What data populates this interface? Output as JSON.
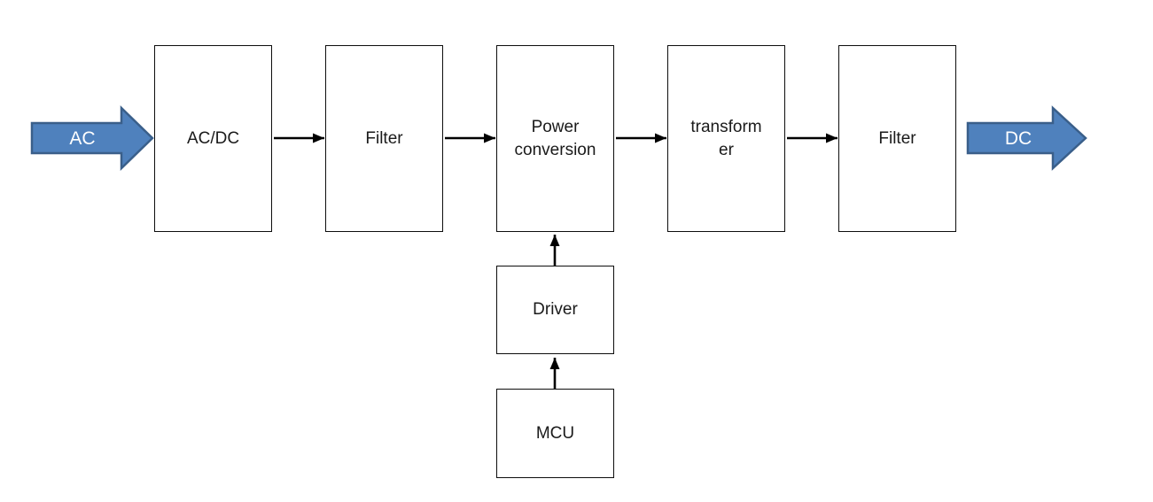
{
  "diagram": {
    "type": "block-diagram",
    "subject": "AC to DC power supply signal chain",
    "background": "#ffffff",
    "blocks": [
      {
        "id": "acdc",
        "label": "AC/DC"
      },
      {
        "id": "filter-1",
        "label": "Filter"
      },
      {
        "id": "power-conversion",
        "label": "Power conversion"
      },
      {
        "id": "transformer",
        "label": "transformer"
      },
      {
        "id": "filter-2",
        "label": "Filter"
      },
      {
        "id": "driver",
        "label": "Driver"
      },
      {
        "id": "mcu",
        "label": "MCU"
      }
    ],
    "io": {
      "input": {
        "label": "AC",
        "shape": "block-arrow-right"
      },
      "output": {
        "label": "DC",
        "shape": "block-arrow-right"
      }
    },
    "connections": [
      {
        "from": "AC input",
        "to": "AC/DC",
        "style": "block-arrow"
      },
      {
        "from": "AC/DC",
        "to": "Filter",
        "style": "line-arrow"
      },
      {
        "from": "Filter",
        "to": "Power conversion",
        "style": "line-arrow"
      },
      {
        "from": "Power conversion",
        "to": "transformer",
        "style": "line-arrow"
      },
      {
        "from": "transformer",
        "to": "Filter",
        "style": "line-arrow"
      },
      {
        "from": "Filter",
        "to": "DC output",
        "style": "block-arrow"
      },
      {
        "from": "Driver",
        "to": "Power conversion",
        "style": "line-arrow-up"
      },
      {
        "from": "MCU",
        "to": "Driver",
        "style": "line-arrow-up"
      }
    ],
    "colors": {
      "block_arrow_fill": "#4f81bd",
      "block_arrow_border": "#3a5f8a",
      "block_arrow_text": "#ffffff",
      "box_fill": "#ffffff",
      "box_border": "#0d0d0d",
      "connector": "#000000",
      "box_text": "#1a1a1a"
    }
  }
}
